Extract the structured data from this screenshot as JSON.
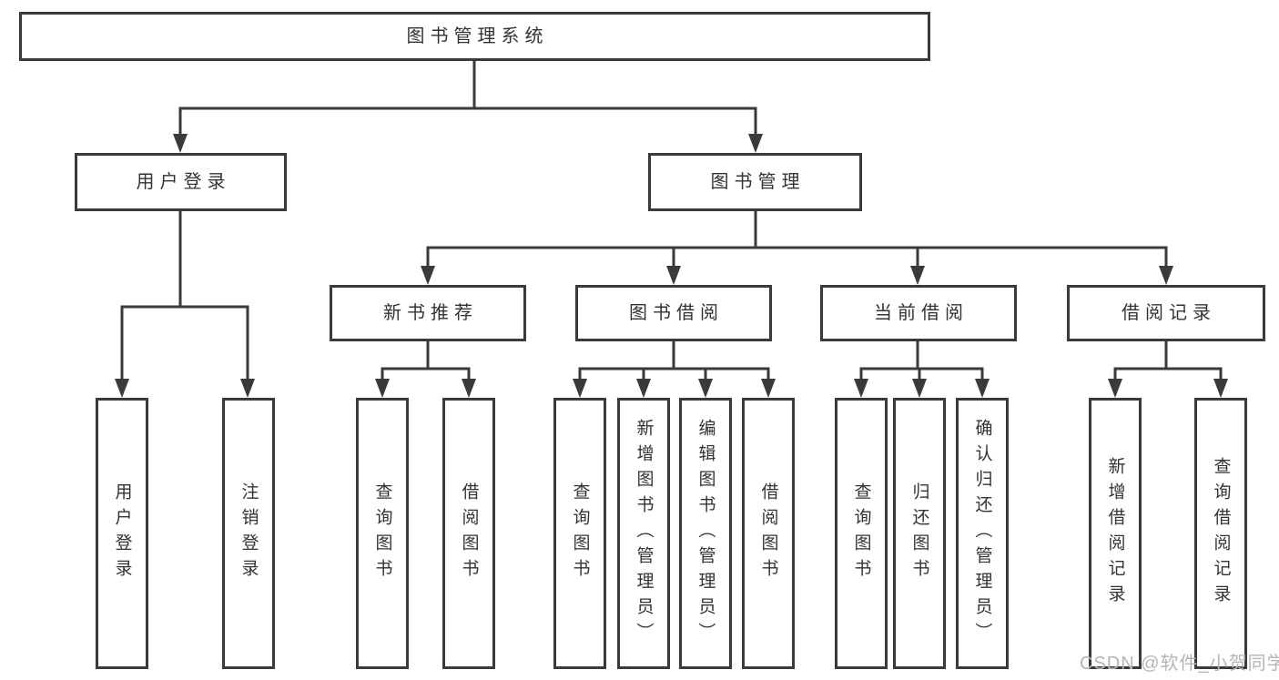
{
  "colors": {
    "line": "#3a3a3a",
    "box_border": "#3a3a3a",
    "text": "#333333",
    "watermark": "#b5b5b5",
    "background": "#ffffff"
  },
  "diagram_type": "hierarchy-tree",
  "nodes": {
    "root": "图书管理系统",
    "user_login": "用户登录",
    "book_management": "图书管理",
    "new_book_recommend": "新书推荐",
    "book_borrow": "图书借阅",
    "current_borrow": "当前借阅",
    "borrow_records": "借阅记录",
    "leaf_user_login": "用户登录",
    "leaf_logout": "注销登录",
    "nb_query_book": "查询图书",
    "nb_borrow_book": "借阅图书",
    "bb_query_book": "查询图书",
    "bb_add_book": "新增图书（管理员）",
    "bb_edit_book": "编辑图书（管理员）",
    "bb_borrow_book": "借阅图书",
    "cb_query_book": "查询图书",
    "cb_return_book": "归还图书",
    "cb_confirm_return": "确认归还（管理员）",
    "br_add_record": "新增借阅记录",
    "br_query_record": "查询借阅记录"
  },
  "watermark": "CSDN @软件_小贺同学"
}
